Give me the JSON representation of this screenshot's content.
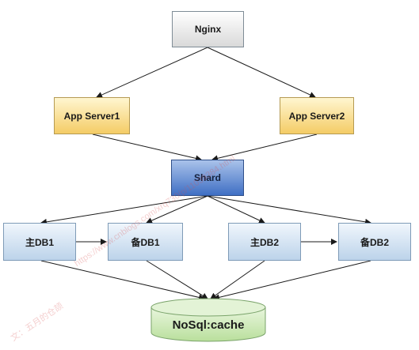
{
  "nodes": {
    "nginx": "Nginx",
    "app1": "App Server1",
    "app2": "App Server2",
    "shard": "Shard",
    "db_master1": "主DB1",
    "db_backup1": "备DB1",
    "db_master2": "主DB2",
    "db_backup2": "备DB2",
    "cache": "NoSql:cache"
  },
  "colors": {
    "cache_fill": "#cdeab8",
    "edge": "#1a1a1a"
  },
  "watermark": {
    "main": "https://www.cnblogs.com/xrq730/p/11039384.html",
    "author": "文：五月的仓颉"
  }
}
